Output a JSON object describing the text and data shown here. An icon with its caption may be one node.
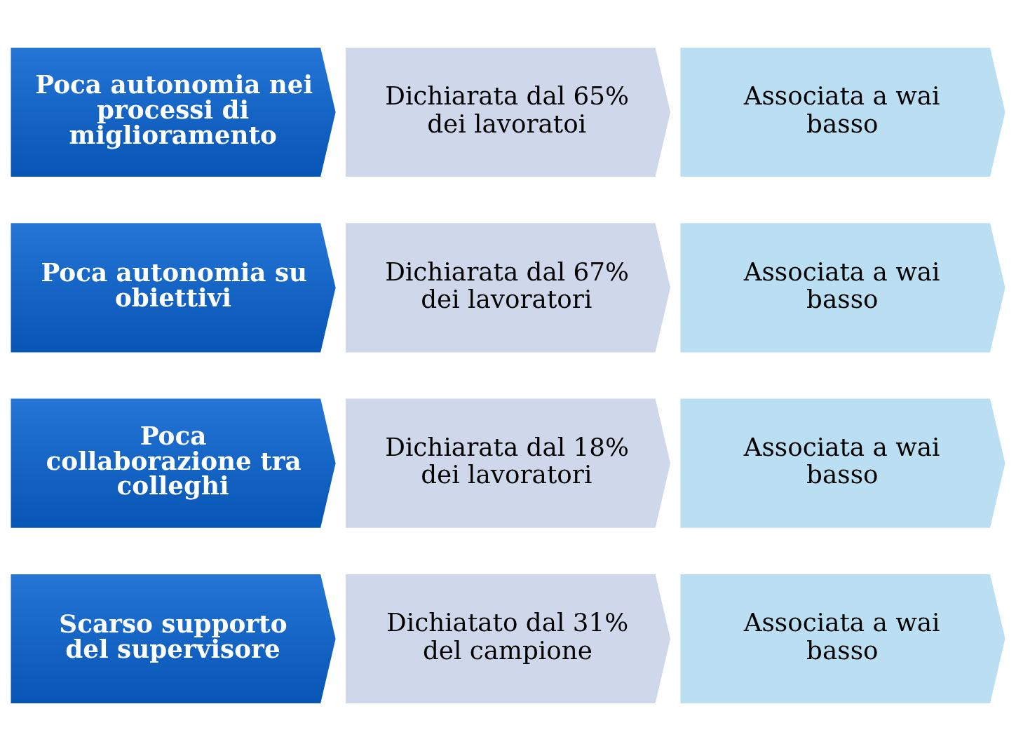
{
  "diagram": {
    "nodes": [
      {
        "text": [
          "Scarso supporto del supervisore"
        ]
      },
      {
        "text": [
          "Dichiatato dal 31% del campione"
        ]
      },
      {
        "text": [
          "Associata a wai basso"
        ]
      },
      {
        "text": [
          "Poca collaborazione tra colleghi"
        ]
      },
      {
        "text": [
          "Dichiarata dal 18% dei lavoratori"
        ]
      },
      {
        "text": [
          "Associata a wai basso"
        ]
      },
      {
        "text": [
          "Poca autonomia su obiettivi"
        ]
      },
      {
        "text": [
          "Dichiarata dal 67% dei lavoratori"
        ]
      },
      {
        "text": [
          "Associata a wai basso"
        ]
      },
      {
        "text": [
          "Poca autonomia nei processi di miglioramento"
        ]
      },
      {
        "text": [
          "Dichiarata dal 65% dei lavoratoi"
        ]
      },
      {
        "text": [
          "Associata a wai basso"
        ]
      }
    ]
  }
}
